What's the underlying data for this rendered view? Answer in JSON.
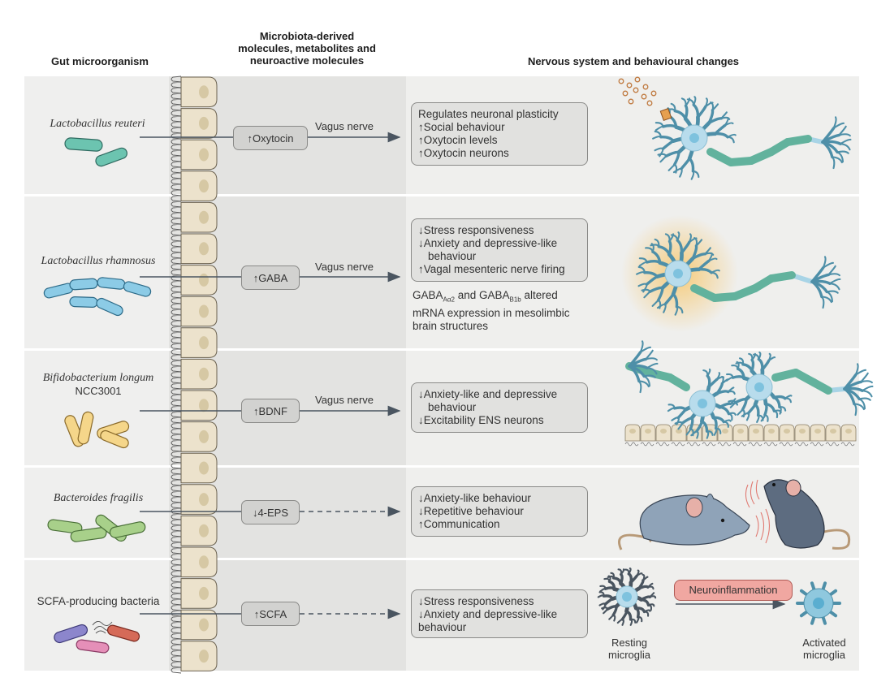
{
  "headers": {
    "col1": "Gut microorganism",
    "col2_line1": "Microbiota-derived",
    "col2_line2": "molecules, metabolites and",
    "col2_line3": "neuroactive molecules",
    "col3": "Nervous system and behavioural changes"
  },
  "rows": [
    {
      "organism": "Lactobacillus reuteri",
      "molecule": "↑Oxytocin",
      "pathway": "Vagus nerve",
      "pathway_style": "solid",
      "effects": [
        "Regulates neuronal plasticity",
        "↑Social behaviour",
        "↑Oxytocin levels",
        "↑Oxytocin  neurons"
      ],
      "illustration": "neuron-with-oxytocin-receptor",
      "bacteria_color": "#6cc4b0"
    },
    {
      "organism": "Lactobacillus rhamnosus",
      "molecule": "↑GABA",
      "pathway": "Vagus nerve",
      "pathway_style": "solid",
      "effects": [
        "↓Stress responsiveness",
        "↓Anxiety and depressive-like",
        "behaviour",
        "↑Vagal mesenteric nerve firing"
      ],
      "note": {
        "part1": "GABA",
        "sub1": "Aα2",
        "part2": " and GABA",
        "sub2": "B1b",
        "part3": " altered",
        "line2": "mRNA expression in mesolimbic",
        "line3": "brain structures"
      },
      "illustration": "neuron-with-glow",
      "bacteria_color": "#8ccbe6"
    },
    {
      "organism": "Bifidobacterium longum",
      "organism_strain": "NCC3001",
      "molecule": "↑BDNF",
      "pathway": "Vagus nerve",
      "pathway_style": "solid",
      "effects": [
        "↓Anxiety-like and depressive",
        "behaviour",
        "↓Excitability ENS neurons"
      ],
      "illustration": "enteric-neurons-over-epithelium",
      "bacteria_color": "#f5d68a"
    },
    {
      "organism": "Bacteroides fragilis",
      "molecule": "↓4-EPS",
      "pathway": "",
      "pathway_style": "dashed",
      "effects": [
        "↓Anxiety-like behaviour",
        "↓Repetitive behaviour",
        "↑Communication"
      ],
      "illustration": "communicating-mice",
      "bacteria_color": "#a8d08a"
    },
    {
      "organism": "SCFA-producing bacteria",
      "molecule": "↑SCFA",
      "pathway": "",
      "pathway_style": "dashed",
      "effects": [
        "↓Stress responsiveness",
        "↓Anxiety and depressive-like",
        "behaviour"
      ],
      "illustration": "microglia-activation",
      "microglia": {
        "resting_line1": "Resting",
        "resting_line2": "microglia",
        "process": "Neuroinflammation",
        "activated_line1": "Activated",
        "activated_line2": "microglia"
      },
      "bacteria_colors": [
        "#8c86cc",
        "#e58fb8",
        "#d56a58"
      ]
    }
  ],
  "colors": {
    "epithelium_cell": "#ece2cc",
    "epithelium_nucleus": "#d6c8a4",
    "neuron_body": "#b8dcec",
    "myelin": "#6cbfa8",
    "arrow": "#4a5560",
    "neuroinflammation_fill": "#f0a7a1"
  }
}
